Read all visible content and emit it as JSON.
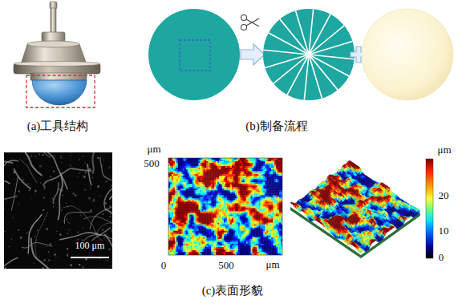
{
  "diagram": {
    "labels": [
      "(a)工具结构",
      "(b)制备流程",
      "100 μm",
      "μm",
      "500",
      "0",
      "500",
      "μm",
      "μm",
      "20",
      "10",
      "0",
      "(c)表面形貌"
    ]
  }
}
